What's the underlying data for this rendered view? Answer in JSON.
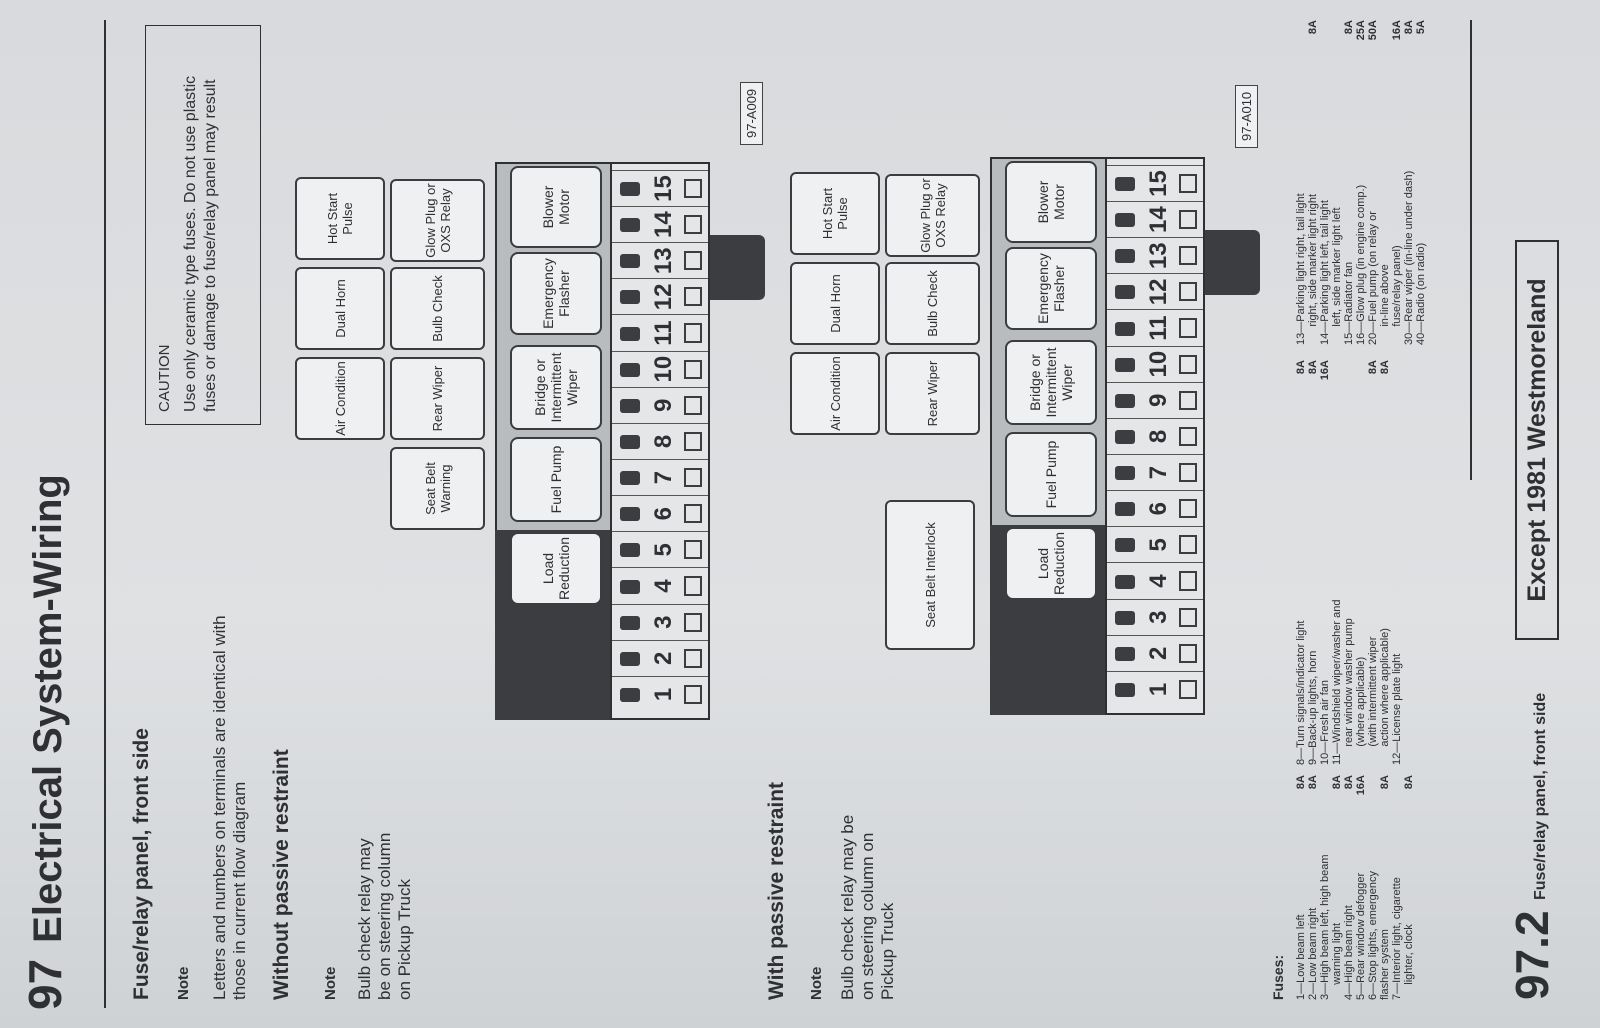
{
  "header": {
    "chapter": "97",
    "title": "Electrical System-Wiring"
  },
  "section_title": "Fuse/relay panel, front side",
  "intro": {
    "note_label": "Note",
    "text": "Letters and numbers on terminals are identical with those in current flow diagram"
  },
  "caution": {
    "title": "CAUTION",
    "text": "Use only ceramic type fuses. Do not use plastic fuses or damage to fuse/relay panel may result"
  },
  "without": {
    "heading": "Without passive restraint",
    "note_label": "Note",
    "text": "Bulb check relay may be on steering column on Pickup Truck"
  },
  "with": {
    "heading": "With passive restraint",
    "note_label": "Note",
    "text": "Bulb check relay may be on steering column on Pickup Truck"
  },
  "diagrams": [
    {
      "code": "97-A009",
      "row_a": [
        "Air Condition",
        "Dual Horn",
        "Hot Start Pulse"
      ],
      "row_b": [
        "Seat Belt Warning",
        "Rear Wiper",
        "Bulb Check",
        "Glow Plug or OXS Relay"
      ],
      "big": [
        "Load Reduction",
        "Fuel Pump",
        "Bridge or Intermittent Wiper",
        "Emergency Flasher",
        "Blower Motor"
      ],
      "fuses": [
        "1",
        "2",
        "3",
        "4",
        "5",
        "6",
        "7",
        "8",
        "9",
        "10",
        "11",
        "12",
        "13",
        "14",
        "15"
      ]
    },
    {
      "code": "97-A010",
      "row_a": [
        "Air Condition",
        "Dual Horn",
        "Hot Start Pulse"
      ],
      "row_b": [
        "Rear Wiper",
        "Bulb Check",
        "Glow Plug or OXS Relay"
      ],
      "big": [
        "Load Reduction",
        "Fuel Pump",
        "Bridge or Intermittent Wiper",
        "Emergency Flasher",
        "Blower Motor"
      ],
      "fuses": [
        "1",
        "2",
        "3",
        "4",
        "5",
        "6",
        "7",
        "8",
        "9",
        "10",
        "11",
        "12",
        "13",
        "14",
        "15"
      ],
      "extra": "Seat Belt Interlock"
    }
  ],
  "fuse_list": {
    "title": "Fuses:",
    "columns": [
      [
        [
          "1—Low beam left",
          "8A"
        ],
        [
          "2—Low beam right",
          "8A"
        ],
        [
          "3—High beam left, high beam",
          ""
        ],
        [
          "     warning light",
          "8A"
        ],
        [
          "4—High beam right",
          "8A"
        ],
        [
          "5—Rear window defogger",
          "16A"
        ],
        [
          "6—Stop lights, emergency",
          ""
        ],
        [
          "flasher system",
          "8A"
        ],
        [
          "7—Interior light, cigarette",
          ""
        ],
        [
          "     lighter, clock",
          "8A"
        ]
      ],
      [
        [
          "8—Turn signals/indicator light",
          "8A"
        ],
        [
          "9—Back-up lights, horn",
          "8A"
        ],
        [
          "10—Fresh air fan",
          "16A"
        ],
        [
          "11—Windshield wiper/washer and",
          ""
        ],
        [
          "      rear window washer pump",
          ""
        ],
        [
          "      (where applicable)",
          ""
        ],
        [
          "      (with intermittent wiper",
          "8A"
        ],
        [
          "      action where applicable)",
          "8A"
        ],
        [
          "12—License plate light",
          ""
        ]
      ],
      [
        [
          "13—Parking light right, tail light",
          ""
        ],
        [
          "      right, side marker light right",
          "8A"
        ],
        [
          "14—Parking light left, tail light",
          ""
        ],
        [
          "      left, side marker light left",
          ""
        ],
        [
          "15—Radiator fan",
          "8A"
        ],
        [
          "16—Glow plug (in engine comp.)",
          "25A"
        ],
        [
          "20—Fuel pump (on relay or",
          "50A"
        ],
        [
          "      in-line above",
          ""
        ],
        [
          "      fuse/relay panel)",
          "16A"
        ],
        [
          "30—Rear wiper (in-line under dash)",
          "8A"
        ],
        [
          "40—Radio (on radio)",
          "5A"
        ]
      ]
    ]
  },
  "footer": {
    "page": "97.2",
    "caption": "Fuse/relay panel, front side",
    "box": "Except 1981 Westmoreland"
  }
}
